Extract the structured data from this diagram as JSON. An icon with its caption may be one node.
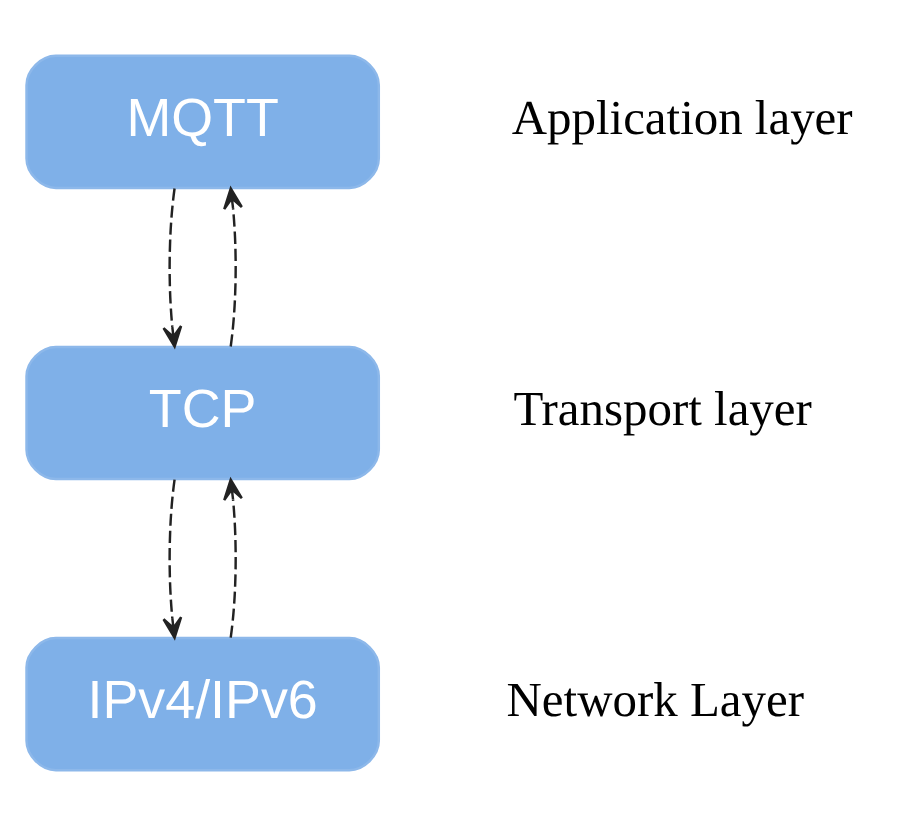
{
  "diagram": {
    "nodes": [
      {
        "text": [
          "MQTT"
        ],
        "beside": [
          "Application layer"
        ]
      },
      {
        "text": [
          "TCP"
        ],
        "beside": [
          "Transport layer"
        ]
      },
      {
        "text": [
          "IPv4/IPv6"
        ],
        "beside": [
          "Network Layer"
        ]
      }
    ],
    "edges": [
      {
        "from": 1,
        "to": 0,
        "arrow": "to",
        "style": "dashed"
      },
      {
        "from": 0,
        "to": 1,
        "arrow": "to",
        "style": "dashed"
      },
      {
        "from": 2,
        "to": 1,
        "arrow": "to",
        "style": "dashed"
      },
      {
        "from": 1,
        "to": 2,
        "arrow": "to",
        "style": "dashed"
      }
    ]
  }
}
